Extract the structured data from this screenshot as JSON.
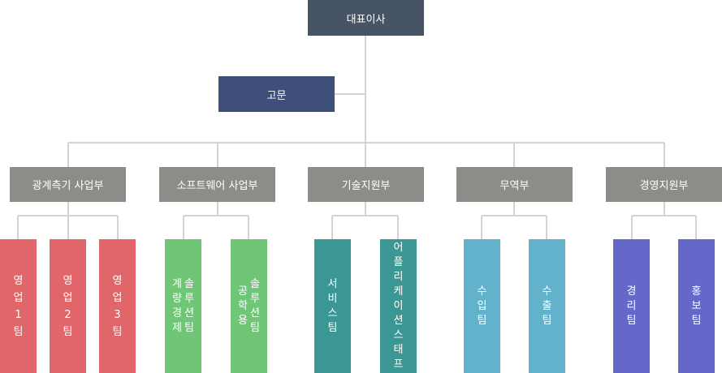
{
  "colors": {
    "ceo": "#475465",
    "advisor": "#3f4f7c",
    "division": "#8d8c89",
    "line": "#d3d3d3",
    "sales_team": "#e1666a",
    "solution_team": "#6fc676",
    "tech_team": "#3b9793",
    "trade_team": "#63b2cb",
    "mgmt_team": "#6468c9"
  },
  "ceo": {
    "label": "대표이사"
  },
  "advisor": {
    "label": "고문"
  },
  "divisions": [
    {
      "label": "광계측기 사업부",
      "teams": [
        {
          "label": "영업1팀",
          "lines": [
            "영업",
            "1",
            "팀"
          ]
        },
        {
          "label": "영업2팀",
          "lines": [
            "영업",
            "2",
            "팀"
          ]
        },
        {
          "label": "영업3팀",
          "lines": [
            "영업",
            "3",
            "팀"
          ]
        }
      ]
    },
    {
      "label": "소프트웨어 사업부",
      "teams": [
        {
          "label": "계량경제 솔루션팀",
          "lines": [
            "솔루션팀",
            "계량경제"
          ]
        },
        {
          "label": "공학용 솔루션팀",
          "lines": [
            "솔루션팀",
            "공학용"
          ]
        }
      ]
    },
    {
      "label": "기술지원부",
      "teams": [
        {
          "label": "서비스팀",
          "lines": [
            "서비스팀"
          ]
        },
        {
          "label": "어플리케이션스태프",
          "lines": [
            "어플리케이션스태프"
          ]
        }
      ]
    },
    {
      "label": "무역부",
      "teams": [
        {
          "label": "수입팀",
          "lines": [
            "수입팀"
          ]
        },
        {
          "label": "수출팀",
          "lines": [
            "수출팀"
          ]
        }
      ]
    },
    {
      "label": "경영지원부",
      "teams": [
        {
          "label": "경리팀",
          "lines": [
            "경리팀"
          ]
        },
        {
          "label": "홍보팀",
          "lines": [
            "홍보팀"
          ]
        }
      ]
    }
  ]
}
